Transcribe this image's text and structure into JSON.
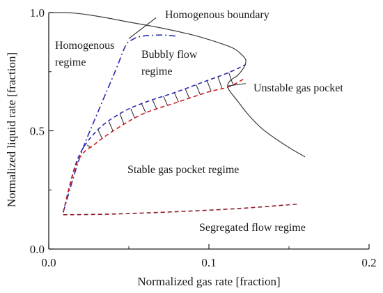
{
  "chart_data": {
    "type": "line",
    "title": "",
    "xlabel": "Normalized gas rate [fraction]",
    "ylabel": "Normalized liquid rate [fraction]",
    "xlim": [
      0.0,
      0.2
    ],
    "ylim": [
      0.0,
      1.0
    ],
    "xticks": [
      "0.0",
      "0.1",
      "0.2"
    ],
    "yticks": [
      "0.0",
      "0.5",
      "1.0"
    ],
    "grid": false,
    "series": [
      {
        "key": "outer_boundary",
        "color": "#3a3a3a",
        "dash": "solid",
        "x": [
          0.0,
          0.015,
          0.03,
          0.05,
          0.07,
          0.09,
          0.105,
          0.115,
          0.12,
          0.123,
          0.122,
          0.118,
          0.113,
          0.112,
          0.118,
          0.125,
          0.133,
          0.142,
          0.151,
          0.16
        ],
        "y": [
          1.0,
          0.998,
          0.985,
          0.96,
          0.935,
          0.905,
          0.875,
          0.85,
          0.825,
          0.8,
          0.77,
          0.735,
          0.71,
          0.68,
          0.625,
          0.565,
          0.51,
          0.465,
          0.425,
          0.39
        ]
      },
      {
        "key": "homogenous_boundary",
        "color": "#2a2ab0",
        "dash": "dashdot",
        "x": [
          0.009,
          0.02,
          0.032,
          0.042,
          0.048,
          0.052,
          0.058,
          0.07,
          0.08
        ],
        "y": [
          0.155,
          0.4,
          0.6,
          0.76,
          0.86,
          0.885,
          0.9,
          0.905,
          0.9
        ]
      },
      {
        "key": "unstable_upper",
        "color": "#2a2ab0",
        "dash": "dashed",
        "x": [
          0.009,
          0.018,
          0.03,
          0.045,
          0.06,
          0.08,
          0.1,
          0.112,
          0.123
        ],
        "y": [
          0.155,
          0.38,
          0.5,
          0.575,
          0.62,
          0.665,
          0.715,
          0.745,
          0.78
        ]
      },
      {
        "key": "unstable_lower",
        "color": "#cc2020",
        "dash": "dashed",
        "x": [
          0.009,
          0.018,
          0.03,
          0.045,
          0.06,
          0.08,
          0.1,
          0.112,
          0.122
        ],
        "y": [
          0.155,
          0.37,
          0.45,
          0.52,
          0.575,
          0.62,
          0.665,
          0.685,
          0.72
        ]
      },
      {
        "key": "segregated_boundary",
        "color": "#8b1a2a",
        "dash": "dashed",
        "x": [
          0.009,
          0.04,
          0.08,
          0.12,
          0.155
        ],
        "y": [
          0.145,
          0.148,
          0.158,
          0.172,
          0.19
        ]
      }
    ],
    "annotations": [
      {
        "key": "homogenous_boundary",
        "text": "Homogenous boundary"
      },
      {
        "key": "homogenous_regime_1",
        "text": "Homogenous"
      },
      {
        "key": "homogenous_regime_2",
        "text": "regime"
      },
      {
        "key": "bubbly_1",
        "text": "Bubbly flow"
      },
      {
        "key": "bubbly_2",
        "text": "regime"
      },
      {
        "key": "unstable",
        "text": "Unstable gas pocket"
      },
      {
        "key": "stable",
        "text": "Stable gas pocket regime"
      },
      {
        "key": "segregated",
        "text": "Segregated flow regime"
      }
    ]
  }
}
